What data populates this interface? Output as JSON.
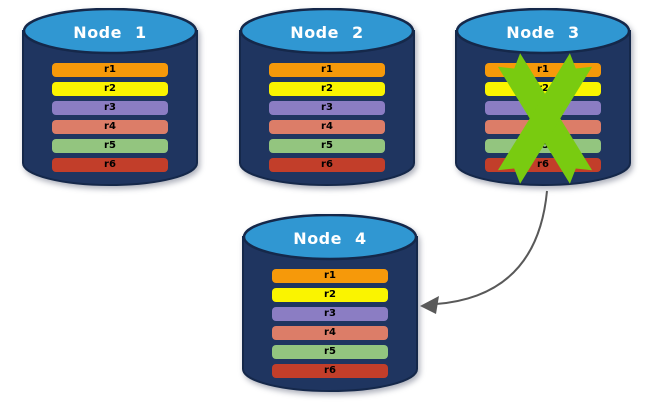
{
  "diagram": {
    "nodes": [
      {
        "label": "Node 1",
        "failed": false,
        "rows": [
          "r1",
          "r2",
          "r3",
          "r4",
          "r5",
          "r6"
        ]
      },
      {
        "label": "Node 2",
        "failed": false,
        "rows": [
          "r1",
          "r2",
          "r3",
          "r4",
          "r5",
          "r6"
        ]
      },
      {
        "label": "Node 3",
        "failed": true,
        "rows": [
          "r1",
          "r2",
          "r3",
          "r4",
          "r5",
          "r6"
        ]
      },
      {
        "label": "Node 4",
        "failed": false,
        "rows": [
          "r1",
          "r2",
          "r3",
          "r4",
          "r5",
          "r6"
        ]
      }
    ],
    "row_colors": [
      "#F6990A",
      "#FAF400",
      "#8B7DC3",
      "#DC7D68",
      "#93C57F",
      "#C23E2A"
    ],
    "colors": {
      "canvas_bg": "#FFFFFF",
      "cylinder_body": "#1F3560",
      "cylinder_outline": "#15284A",
      "cylinder_top": "#3097D2",
      "title_text": "#FFFFFF",
      "row_text": "#000000",
      "failure_x": "#79CB10",
      "arrow": "#595959"
    },
    "arrow": {
      "from": "Node 3",
      "to": "Node 4"
    }
  }
}
